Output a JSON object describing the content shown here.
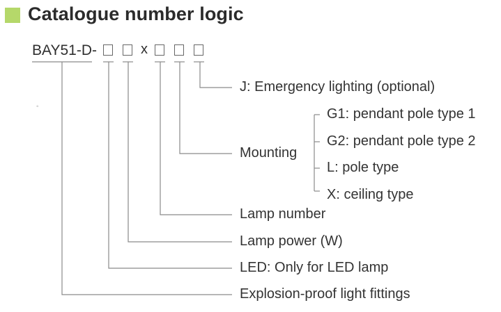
{
  "title": "Catalogue number logic",
  "accent_color": "#b5d86a",
  "code": {
    "prefix": "BAY51-D-",
    "separator": "x",
    "placeholder_count": 5
  },
  "stray_mark": "◦",
  "labels": {
    "emergency": "J: Emergency lighting (optional)",
    "mounting": "Mounting",
    "mounting_options": [
      "G1: pendant pole type 1",
      "G2: pendant pole type 2",
      "L: pole type",
      "X: ceiling type"
    ],
    "lamp_number": "Lamp number",
    "lamp_power": "Lamp power (W)",
    "led": "LED: Only for LED lamp",
    "explosion_proof": "Explosion-proof light fittings"
  }
}
